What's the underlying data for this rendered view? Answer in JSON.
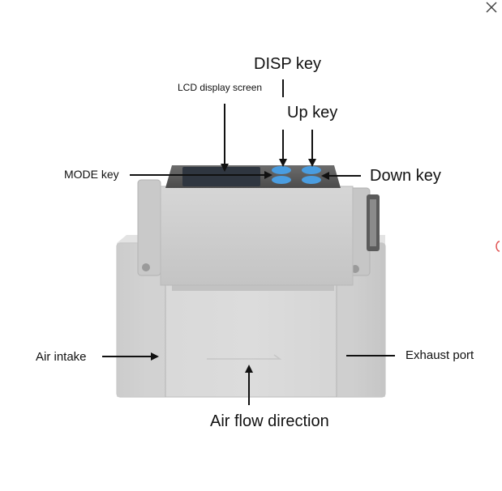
{
  "labels": {
    "disp_key": "DISP key",
    "lcd_display_screen": "LCD display screen",
    "up_key": "Up key",
    "mode_key": "MODE key",
    "down_key": "Down key",
    "air_intake": "Air intake",
    "exhaust_port": "Exhaust port",
    "air_flow_direction": "Air flow direction"
  },
  "icons": {
    "close": "close-icon"
  },
  "colors": {
    "device_body": "#d3d3d3",
    "device_shadow": "#b9b9b9",
    "lcd_panel": "#39404a",
    "keys": "#4a9de0",
    "text": "#111111"
  }
}
